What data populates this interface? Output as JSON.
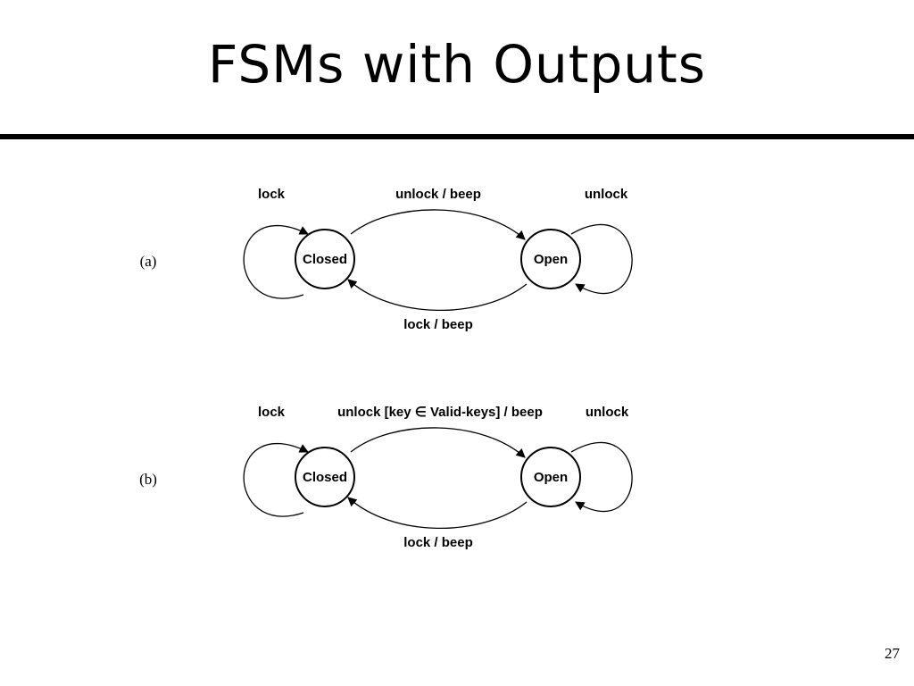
{
  "title": "FSMs with Outputs",
  "page_number": "27",
  "diagrams": [
    {
      "label": "(a)",
      "states": {
        "left": "Closed",
        "right": "Open"
      },
      "transitions": {
        "left_self_loop": "lock",
        "top": "unlock / beep",
        "right_self_loop": "unlock",
        "bottom": "lock / beep"
      }
    },
    {
      "label": "(b)",
      "states": {
        "left": "Closed",
        "right": "Open"
      },
      "transitions": {
        "left_self_loop": "lock",
        "top": "unlock [key ∈ Valid-keys] / beep",
        "right_self_loop": "unlock",
        "bottom": "lock / beep"
      }
    }
  ]
}
